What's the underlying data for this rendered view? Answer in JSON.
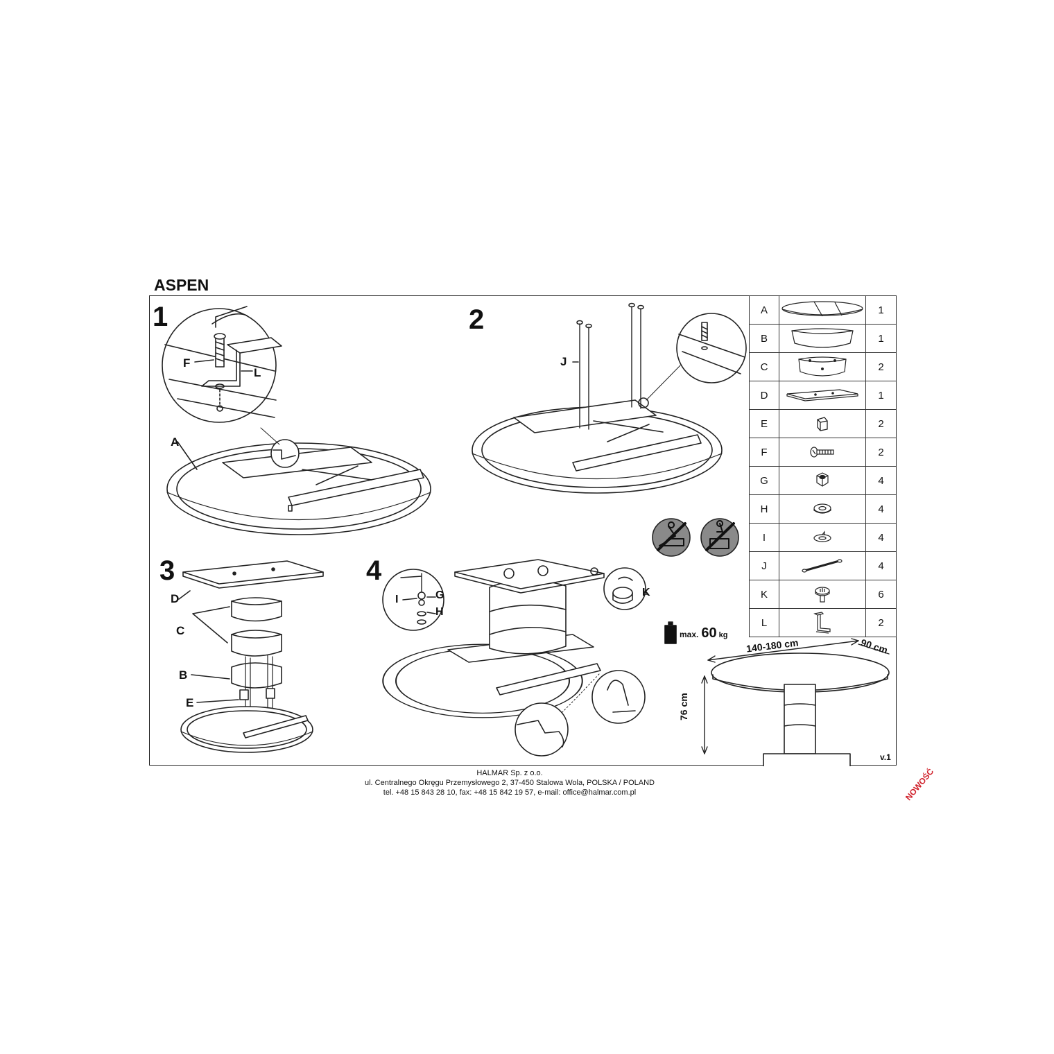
{
  "title": "ASPEN",
  "steps": {
    "s1": {
      "number": "1",
      "labels": {
        "f": "F",
        "l": "L",
        "a": "A"
      }
    },
    "s2": {
      "number": "2",
      "labels": {
        "j": "J"
      }
    },
    "s3": {
      "number": "3",
      "labels": {
        "d": "D",
        "c": "C",
        "b": "B",
        "e": "E"
      }
    },
    "s4": {
      "number": "4",
      "labels": {
        "i": "I",
        "g": "G",
        "h": "H",
        "k": "K"
      }
    }
  },
  "max_weight": {
    "prefix": "max.",
    "value": "60",
    "unit": "kg"
  },
  "dimensions": {
    "length": "140-180 cm",
    "width": "90 cm",
    "height": "76 cm"
  },
  "version": "v.1",
  "parts": [
    {
      "id": "A",
      "qty": "1",
      "icon": "oval-tabletop-icon"
    },
    {
      "id": "B",
      "qty": "1",
      "icon": "oval-base-ring-icon"
    },
    {
      "id": "C",
      "qty": "2",
      "icon": "oval-ring-with-holes-icon"
    },
    {
      "id": "D",
      "qty": "1",
      "icon": "flat-board-icon"
    },
    {
      "id": "E",
      "qty": "2",
      "icon": "block-icon"
    },
    {
      "id": "F",
      "qty": "2",
      "icon": "screw-icon"
    },
    {
      "id": "G",
      "qty": "4",
      "icon": "nut-icon"
    },
    {
      "id": "H",
      "qty": "4",
      "icon": "washer-icon"
    },
    {
      "id": "I",
      "qty": "4",
      "icon": "spring-washer-icon"
    },
    {
      "id": "J",
      "qty": "4",
      "icon": "threaded-rod-icon"
    },
    {
      "id": "K",
      "qty": "6",
      "icon": "glide-foot-icon"
    },
    {
      "id": "L",
      "qty": "2",
      "icon": "bracket-icon"
    }
  ],
  "footer": {
    "line1": "HALMAR Sp. z o.o.",
    "line2": "ul. Centralnego Okręgu Przemysłowego 2, 37-450 Stalowa Wola, POLSKA / POLAND",
    "line3": "tel. +48 15 843 28 10, fax: +48 15 842 19 57, e-mail: office@halmar.com.pl"
  },
  "stamp": "NOWOŚĆ"
}
